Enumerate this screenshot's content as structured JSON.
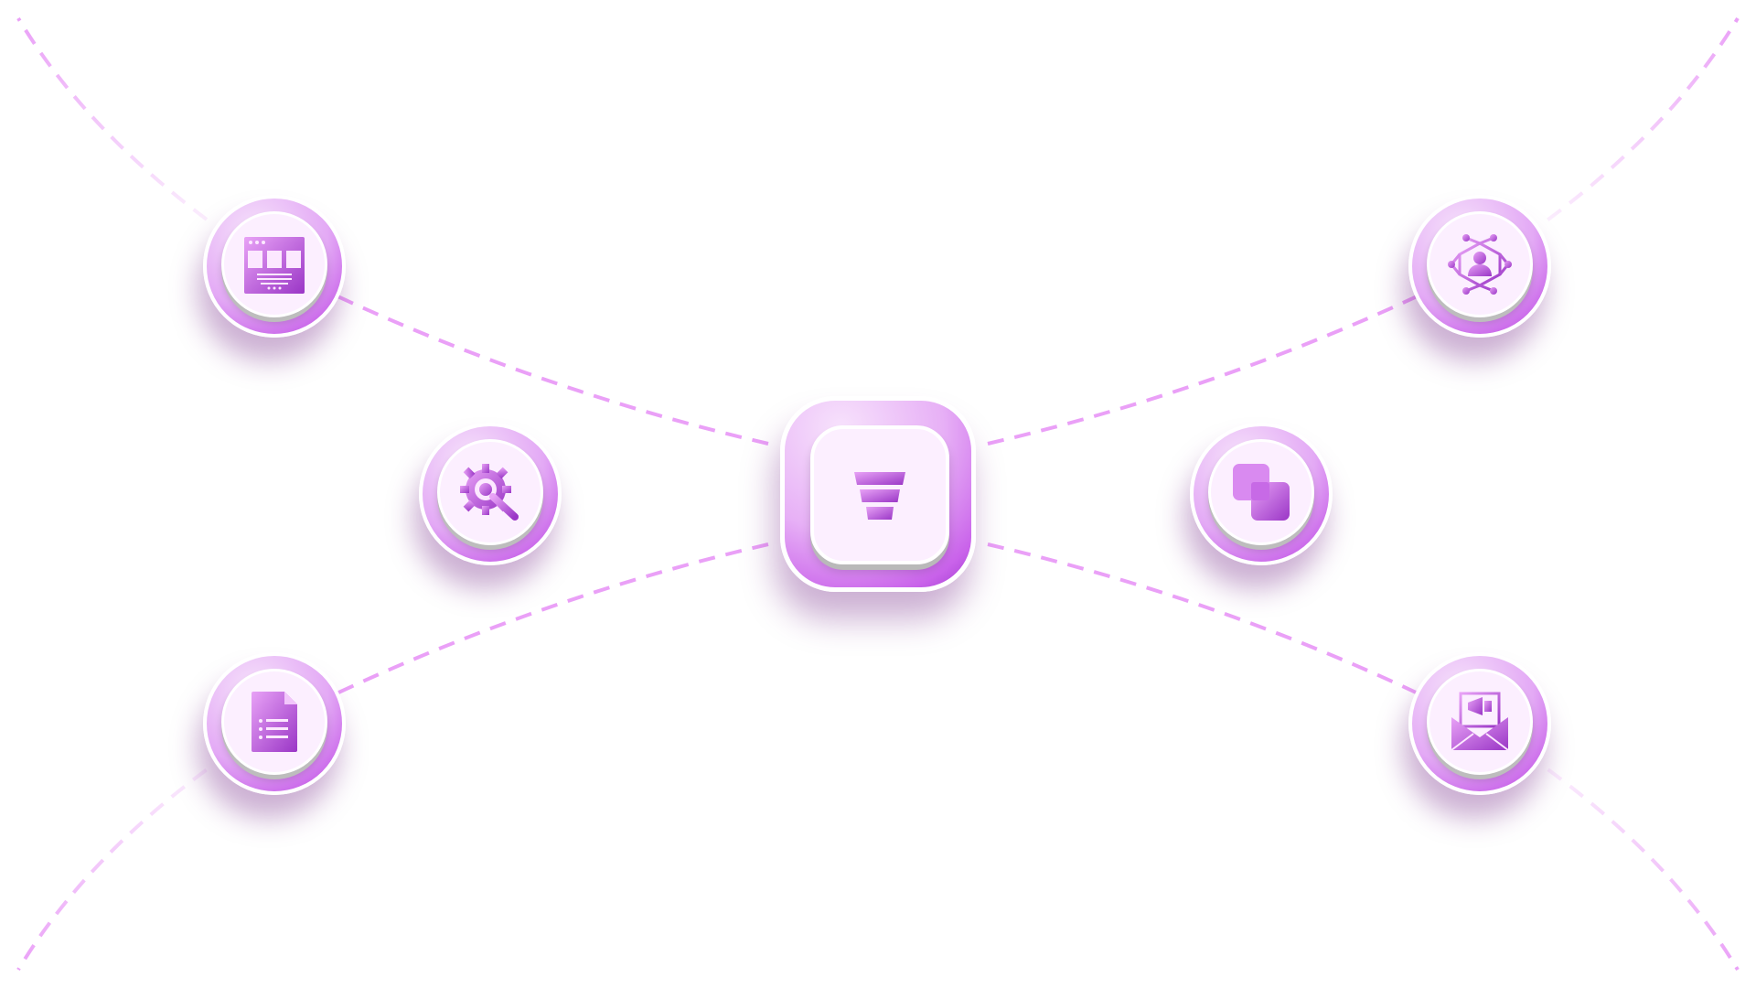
{
  "colors": {
    "accent": "#c65ee8",
    "accent_dark": "#8f2fbf",
    "light": "#fcefff",
    "dash": "#eaa0f7"
  },
  "hub": {
    "icon": "funnel-icon"
  },
  "nodes": [
    {
      "id": "web",
      "icon": "web-layout-icon",
      "side": "left"
    },
    {
      "id": "settings",
      "icon": "gear-search-icon",
      "side": "left"
    },
    {
      "id": "document",
      "icon": "document-list-icon",
      "side": "left"
    },
    {
      "id": "network",
      "icon": "user-network-icon",
      "side": "right"
    },
    {
      "id": "copy",
      "icon": "overlap-squares-icon",
      "side": "right"
    },
    {
      "id": "email",
      "icon": "email-megaphone-icon",
      "side": "right"
    }
  ]
}
